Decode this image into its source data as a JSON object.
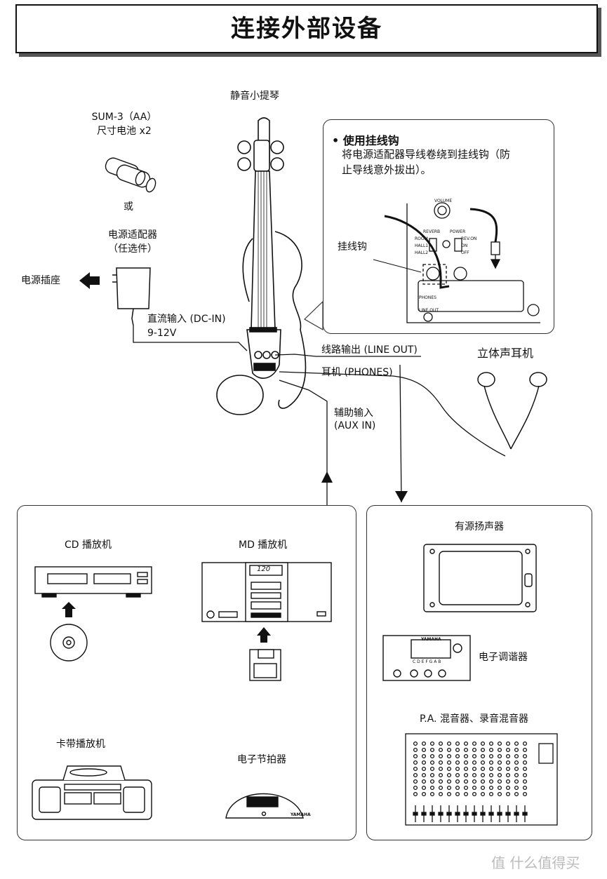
{
  "title": "连接外部设备",
  "violin": {
    "label": "静音小提琴"
  },
  "battery": {
    "line1": "SUM-3（AA）",
    "line2": "尺寸电池 x2"
  },
  "or_text": "或",
  "adapter": {
    "line1": "电源适配器",
    "line2": "（任选件）"
  },
  "outlet": "电源插座",
  "dc_in": {
    "line1": "直流输入 (DC-IN)",
    "line2": "9-12V"
  },
  "line_out": "线路输出 (LINE OUT)",
  "phones": "耳机 (PHONES)",
  "aux_in": {
    "line1": "辅助输入",
    "line2": "(AUX IN)"
  },
  "headphones": "立体声耳机",
  "note": {
    "heading": "• 使用挂线钩",
    "line1": "将电源适配器导线卷绕到挂线钩（防",
    "line2": "止导线意外拔出）。",
    "hook_label": "挂线钩",
    "panel_labels": {
      "volume": "VOLUME",
      "reverb": "REVERB",
      "power": "POWER",
      "room": "ROOM",
      "hall1": "HALL1",
      "hall2": "HALL2",
      "on": "ON",
      "off": "OFF",
      "revon": "REV.ON",
      "phones": "PHONES",
      "lineout": "LINE OUT"
    }
  },
  "left_panel": {
    "cd": "CD 播放机",
    "md": "MD 播放机",
    "md_display": "120",
    "cassette": "卡带播放机",
    "metronome": "电子节拍器",
    "metronome_brand": "YAMAHA"
  },
  "right_panel": {
    "speaker": "有源扬声器",
    "tuner": "电子调谐器",
    "tuner_brand": "YAMAHA",
    "tuner_scale": "C D E F G A B",
    "mixer": "P.A. 混音器、录音混音器"
  },
  "watermark": "值 什么值得买"
}
